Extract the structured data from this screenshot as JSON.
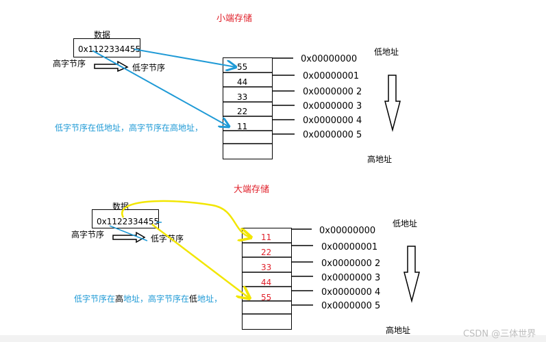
{
  "little": {
    "title": "小端存储",
    "data_label": "数据",
    "value": "0x1122334455",
    "high_order": "高字节序",
    "low_order": "低字节序",
    "cells": [
      "55",
      "44",
      "33",
      "22",
      "11",
      ""
    ],
    "addresses": [
      "0x00000000",
      "0x00000001",
      "0x0000000 2",
      "0x0000000 3",
      "0x0000000 4",
      "0x0000000 5"
    ],
    "low_addr": "低地址",
    "high_addr": "高地址",
    "note": "低字节序在低地址，高字节序在高地址，"
  },
  "big": {
    "title": "大端存储",
    "data_label": "数据",
    "value": "0x1122334455",
    "high_order": "高字节序",
    "low_order": "低字节序",
    "cells": [
      "11",
      "22",
      "33",
      "44",
      "55",
      ""
    ],
    "addresses": [
      "0x00000000",
      "0x00000001",
      "0x0000000 2",
      "0x0000000 3",
      "0x0000000 4",
      "0x0000000 5"
    ],
    "low_addr": "低地址",
    "high_addr": "高地址",
    "note_parts": [
      "低字节序在",
      "高",
      "地址，高字节序在",
      "低",
      "地址，"
    ]
  },
  "watermark": "CSDN @三体世界",
  "colors": {
    "blue": "#1f9ad6",
    "yellow": "#f2e600",
    "red": "#e0202a"
  }
}
